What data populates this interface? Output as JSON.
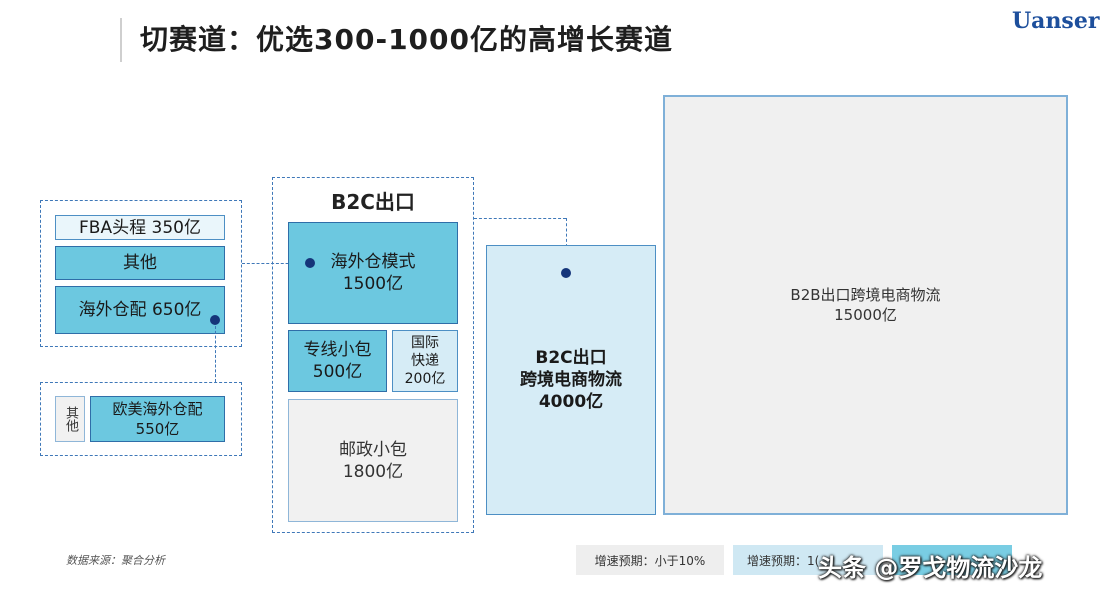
{
  "title": "切赛道：优选300-1000亿的高增长赛道",
  "logo": "Uanser",
  "left_group": {
    "fba": "FBA头程 350亿",
    "other": "其他",
    "overseas_wh": "海外仓配 650亿"
  },
  "sub_group": {
    "other": "其他",
    "euus_line1": "欧美海外仓配",
    "euus_line2": "550亿"
  },
  "b2c_group": {
    "header": "B2C出口",
    "overseas_mode_line1": "海外仓模式",
    "overseas_mode_line2": "1500亿",
    "dedicated_line1": "专线小包",
    "dedicated_line2": "500亿",
    "intl_line1": "国际",
    "intl_line2": "快递",
    "intl_line3": "200亿",
    "postal_line1": "邮政小包",
    "postal_line2": "1800亿"
  },
  "b2c_total": {
    "line1": "B2C出口",
    "line2": "跨境电商物流",
    "line3": "4000亿"
  },
  "b2b_total": {
    "line1": "B2B出口跨境电商物流",
    "line2": "15000亿"
  },
  "source": "数据来源：聚合分析",
  "legend": {
    "low": "增速预期：小于10%",
    "mid": "增速预期：1("
  },
  "watermark": "头条 @罗戈物流沙龙",
  "colors": {
    "accent_cyan": "#6cc8e0",
    "border_blue": "#2f6ea8",
    "dot_navy": "#15357a"
  }
}
